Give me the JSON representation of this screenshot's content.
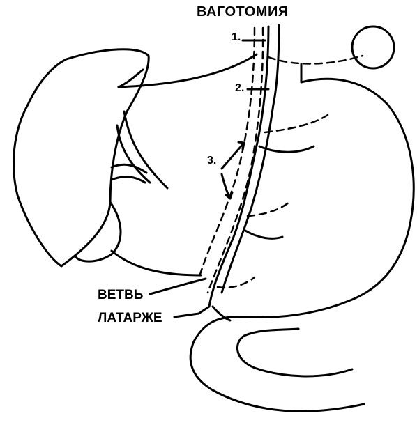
{
  "title": "ВАГОТОМИЯ",
  "markers": [
    "1.",
    "2.",
    "3."
  ],
  "branch_label": [
    "ВЕТВЬ",
    "ЛАТАРЖЕ"
  ],
  "colors": {
    "ink": "#000000",
    "background": "#ffffff"
  }
}
